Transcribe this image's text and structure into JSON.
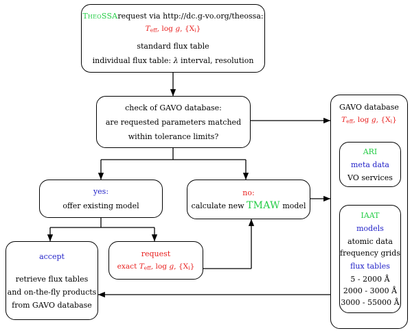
{
  "diagram": {
    "title": "TheoSSA service workflow",
    "colors": {
      "accent_red": "#e8201f",
      "accent_blue": "#2222c8",
      "accent_green": "#22cc44",
      "line": "#000000",
      "background": "#ffffff"
    }
  },
  "request_box": {
    "brand": "TheoSSA",
    "line1_rest": "request via http://dc.g-vo.org/theossa:",
    "params": "Teff, log g, {Xi}",
    "param_t": "T",
    "param_t_sub": "eff",
    "param_mid": ", log ",
    "param_g": "g",
    "param_set_open": ", {X",
    "param_set_sub": "i",
    "param_set_close": "}",
    "line3": "standard flux table",
    "line4_a": "individual flux table: ",
    "line4_lambda": "λ",
    "line4_b": " interval, resolution"
  },
  "check_box": {
    "line1": "check of GAVO database:",
    "line2": "are requested parameters matched",
    "line3": "within tolerance limits?"
  },
  "yes_box": {
    "label": "yes:",
    "text": "offer existing model"
  },
  "no_box": {
    "label": "no:",
    "prefix": "calculate new ",
    "brand": "TMAW",
    "suffix": " model"
  },
  "accept_box": {
    "label": "accept",
    "line1": "retrieve flux tables",
    "line2": "and on-the-fly products",
    "line3": "from GAVO database"
  },
  "request_params_box": {
    "label": "request",
    "prefix": "exact ",
    "param_t": "T",
    "param_t_sub": "eff",
    "param_mid": ", log ",
    "param_g": "g",
    "param_set_open": ", {X",
    "param_set_sub": "i",
    "param_set_close": "}"
  },
  "gavo_panel": {
    "title": "GAVO database",
    "param_t": "T",
    "param_t_sub": "eff",
    "param_mid": ", log ",
    "param_g": "g",
    "param_set_open": ", {X",
    "param_set_sub": "i",
    "param_set_close": "}"
  },
  "ari_box": {
    "title": "ARI",
    "line1": "meta data",
    "line2": "VO services"
  },
  "iaat_box": {
    "title": "IAAT",
    "models": "models",
    "line1": "atomic data",
    "line2": "frequency grids",
    "flux_tables": "flux tables",
    "range1": "5 - 2000 Å",
    "range2": "2000 - 3000 Å",
    "range3": "3000 - 55000 Å"
  }
}
